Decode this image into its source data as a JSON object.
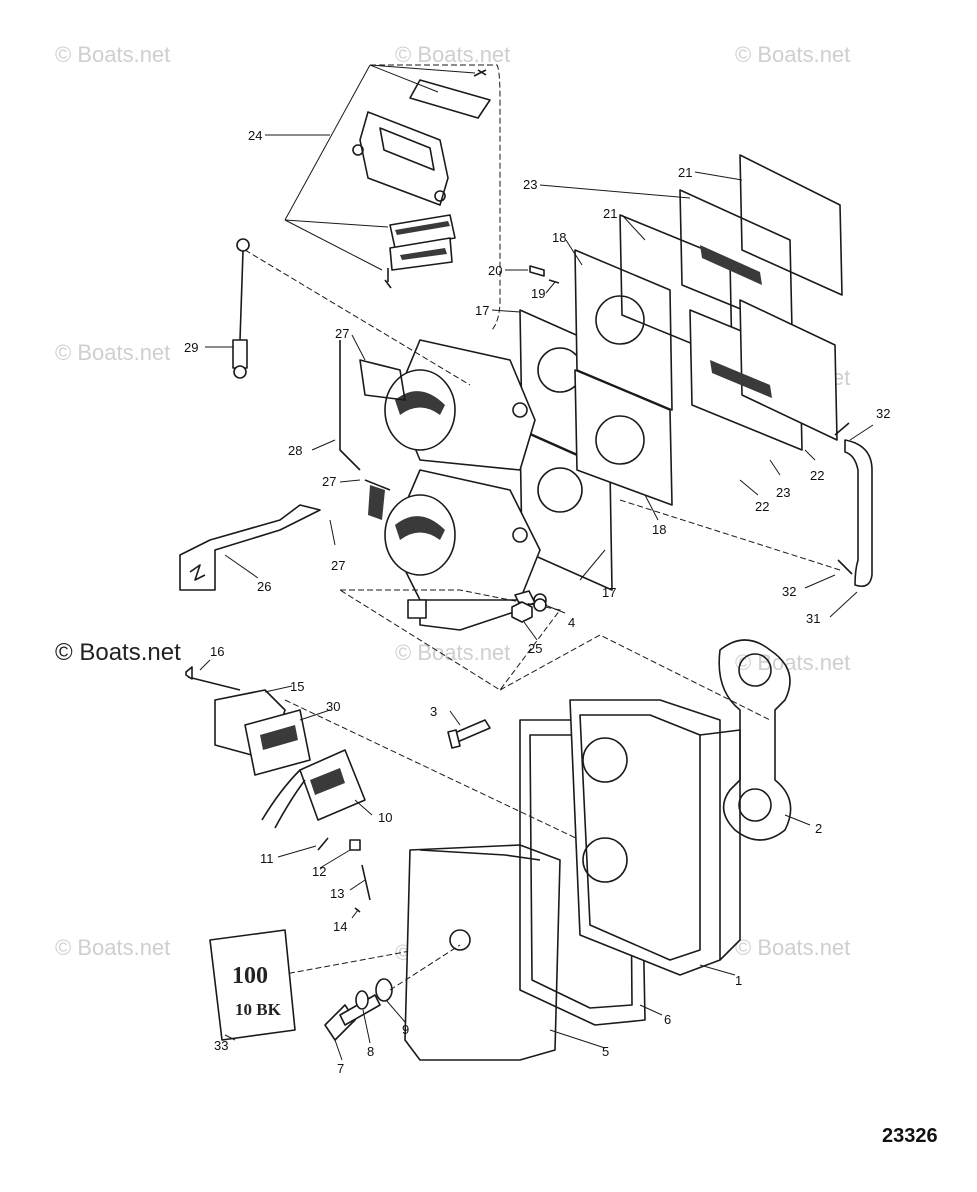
{
  "diagram_number": "23326",
  "watermarks": {
    "faint": "© Boats.net",
    "dark": "© Boats.net"
  },
  "decal": {
    "line1": "100",
    "line2": "10 BK"
  },
  "callouts": {
    "c1": "1",
    "c2": "2",
    "c3": "3",
    "c4": "4",
    "c5": "5",
    "c6": "6",
    "c7": "7",
    "c8": "8",
    "c9": "9",
    "c10": "10",
    "c11": "11",
    "c12": "12",
    "c13": "13",
    "c14": "14",
    "c15": "15",
    "c16": "16",
    "c17a": "17",
    "c17b": "17",
    "c18a": "18",
    "c18b": "18",
    "c19": "19",
    "c20": "20",
    "c21a": "21",
    "c21b": "21",
    "c22a": "22",
    "c22b": "22",
    "c23a": "23",
    "c23b": "23",
    "c24": "24",
    "c25": "25",
    "c26": "26",
    "c27a": "27",
    "c27b": "27",
    "c27c": "27",
    "c28": "28",
    "c29": "29",
    "c30": "30",
    "c31": "31",
    "c32a": "32",
    "c32b": "32",
    "c33": "33"
  }
}
